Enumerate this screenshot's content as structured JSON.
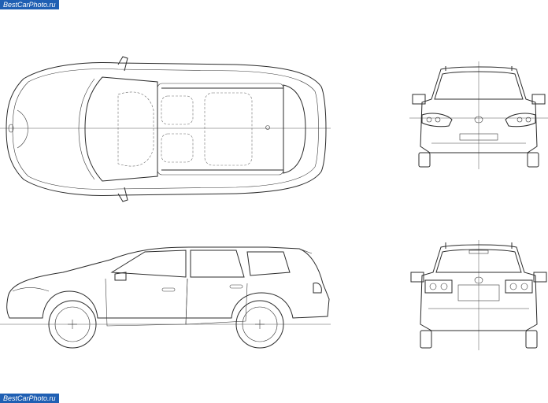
{
  "watermark": {
    "top_text": "BestCarPhoto.ru",
    "bottom_text": "BestCarPhoto.ru"
  },
  "views": {
    "top": "top-view",
    "front": "front-view",
    "side": "side-view",
    "rear": "rear-view"
  }
}
